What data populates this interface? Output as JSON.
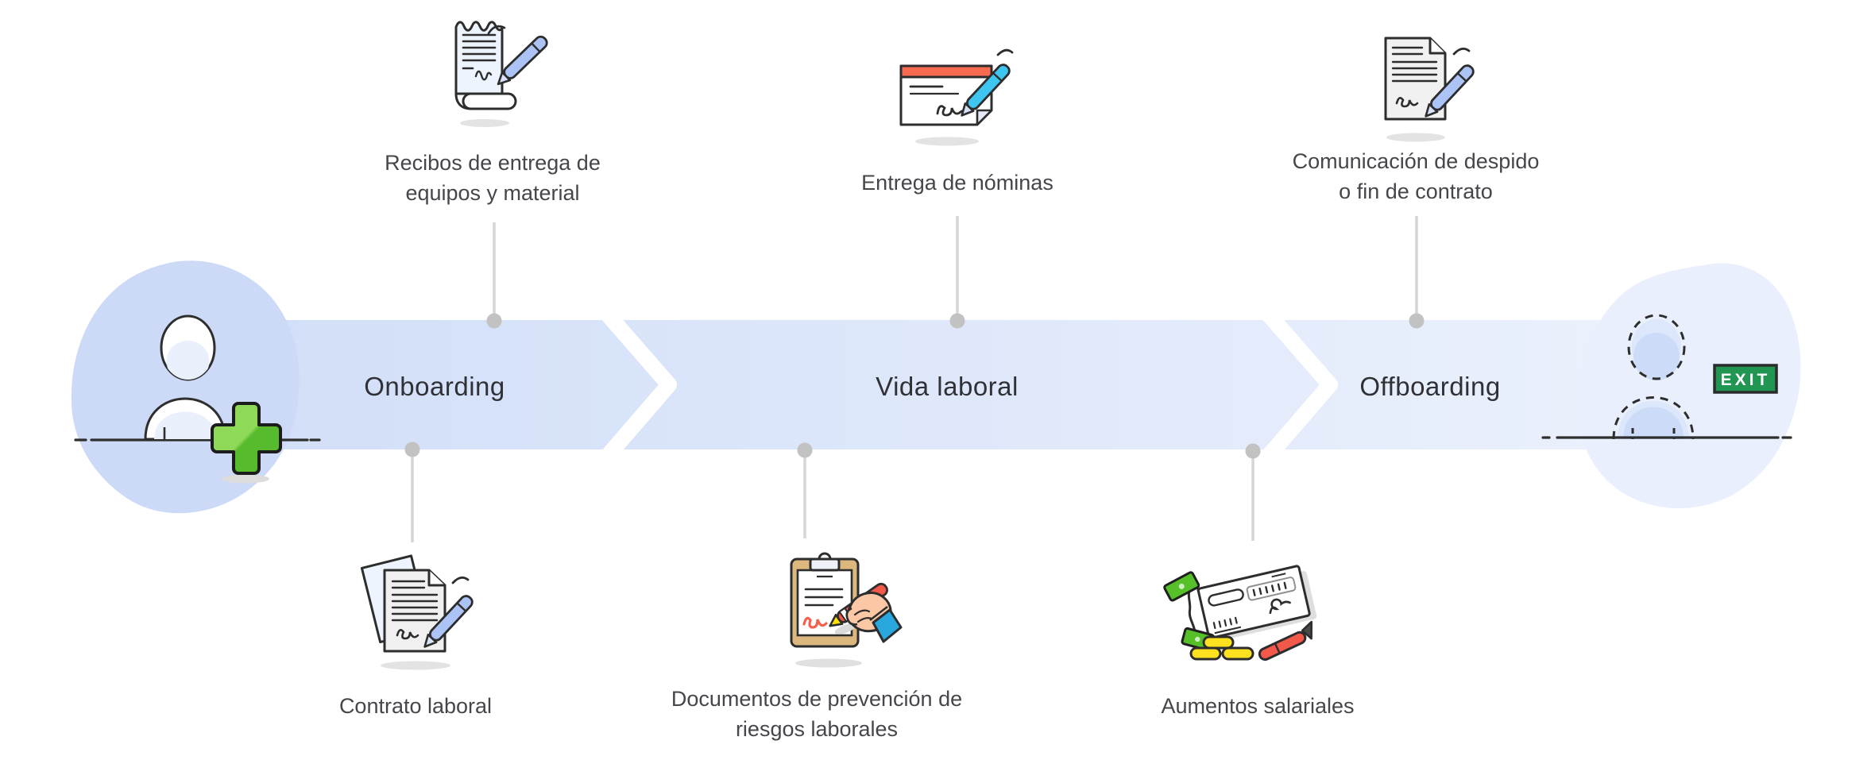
{
  "diagram_title": "employee-lifecycle-timeline",
  "timeline": {
    "stages": [
      {
        "label": "Onboarding"
      },
      {
        "label": "Vida laboral"
      },
      {
        "label": "Offboarding"
      }
    ]
  },
  "top_items": [
    {
      "icon": "receipt-pen-icon",
      "label": "Recibos de entrega de\nequipos y material"
    },
    {
      "icon": "payslip-pen-icon",
      "label": "Entrega de nóminas"
    },
    {
      "icon": "document-pen-icon",
      "label": "Comunicación de despido\no fin de contrato"
    }
  ],
  "bottom_items": [
    {
      "icon": "contract-documents-icon",
      "label": "Contrato laboral"
    },
    {
      "icon": "clipboard-signing-icon",
      "label": "Documentos de prevención de\nriesgos laborales"
    },
    {
      "icon": "paycheck-money-icon",
      "label": "Aumentos salariales"
    }
  ],
  "start_figure": {
    "icon": "new-employee-icon"
  },
  "end_figure": {
    "icon": "leaving-employee-icon",
    "exit_label": "EXIT"
  },
  "colors": {
    "band_gradient_start": "#d2dff8",
    "band_gradient_end": "#eaf0fc",
    "blob_left": "#ccdaf7",
    "blob_right": "#e9effc",
    "connector_dot": "#c2c2c2",
    "connector_line": "#d6d6d6",
    "caption_text": "#45464b",
    "stage_text": "#303136",
    "outline": "#2d2d2d",
    "plus_green_light": "#8ed957",
    "plus_green_dark": "#57bb2e",
    "exit_green": "#219653",
    "pen_periwinkle": "#abc3f5",
    "pen_cyan": "#3ec6f0",
    "pen_red": "#f2594a",
    "payslip_bar_red": "#f96a50",
    "clipboard_tan": "#dcb87e",
    "money_green": "#55c028",
    "coin_yellow": "#ffe21f",
    "skin": "#fbc7a4",
    "cuff_cyan": "#29a8e0"
  }
}
